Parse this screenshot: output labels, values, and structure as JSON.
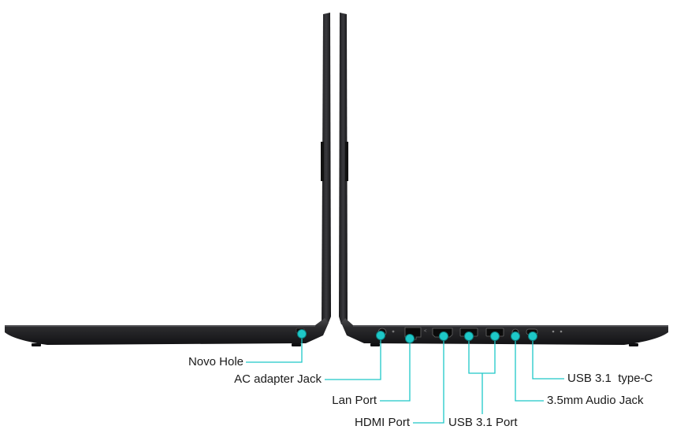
{
  "diagram": {
    "accent_color": "#1ec8c8",
    "laptop_color": "#2a2a2c",
    "labels": {
      "novo_hole": "Novo Hole",
      "ac_adapter_jack": "AC adapter Jack",
      "lan_port": "Lan Port",
      "hdmi_port": "HDMI Port",
      "usb31_port": "USB 3.1 Port",
      "audio_jack": "3.5mm Audio Jack",
      "usb31_type_c": "USB 3.1  type-C"
    }
  }
}
